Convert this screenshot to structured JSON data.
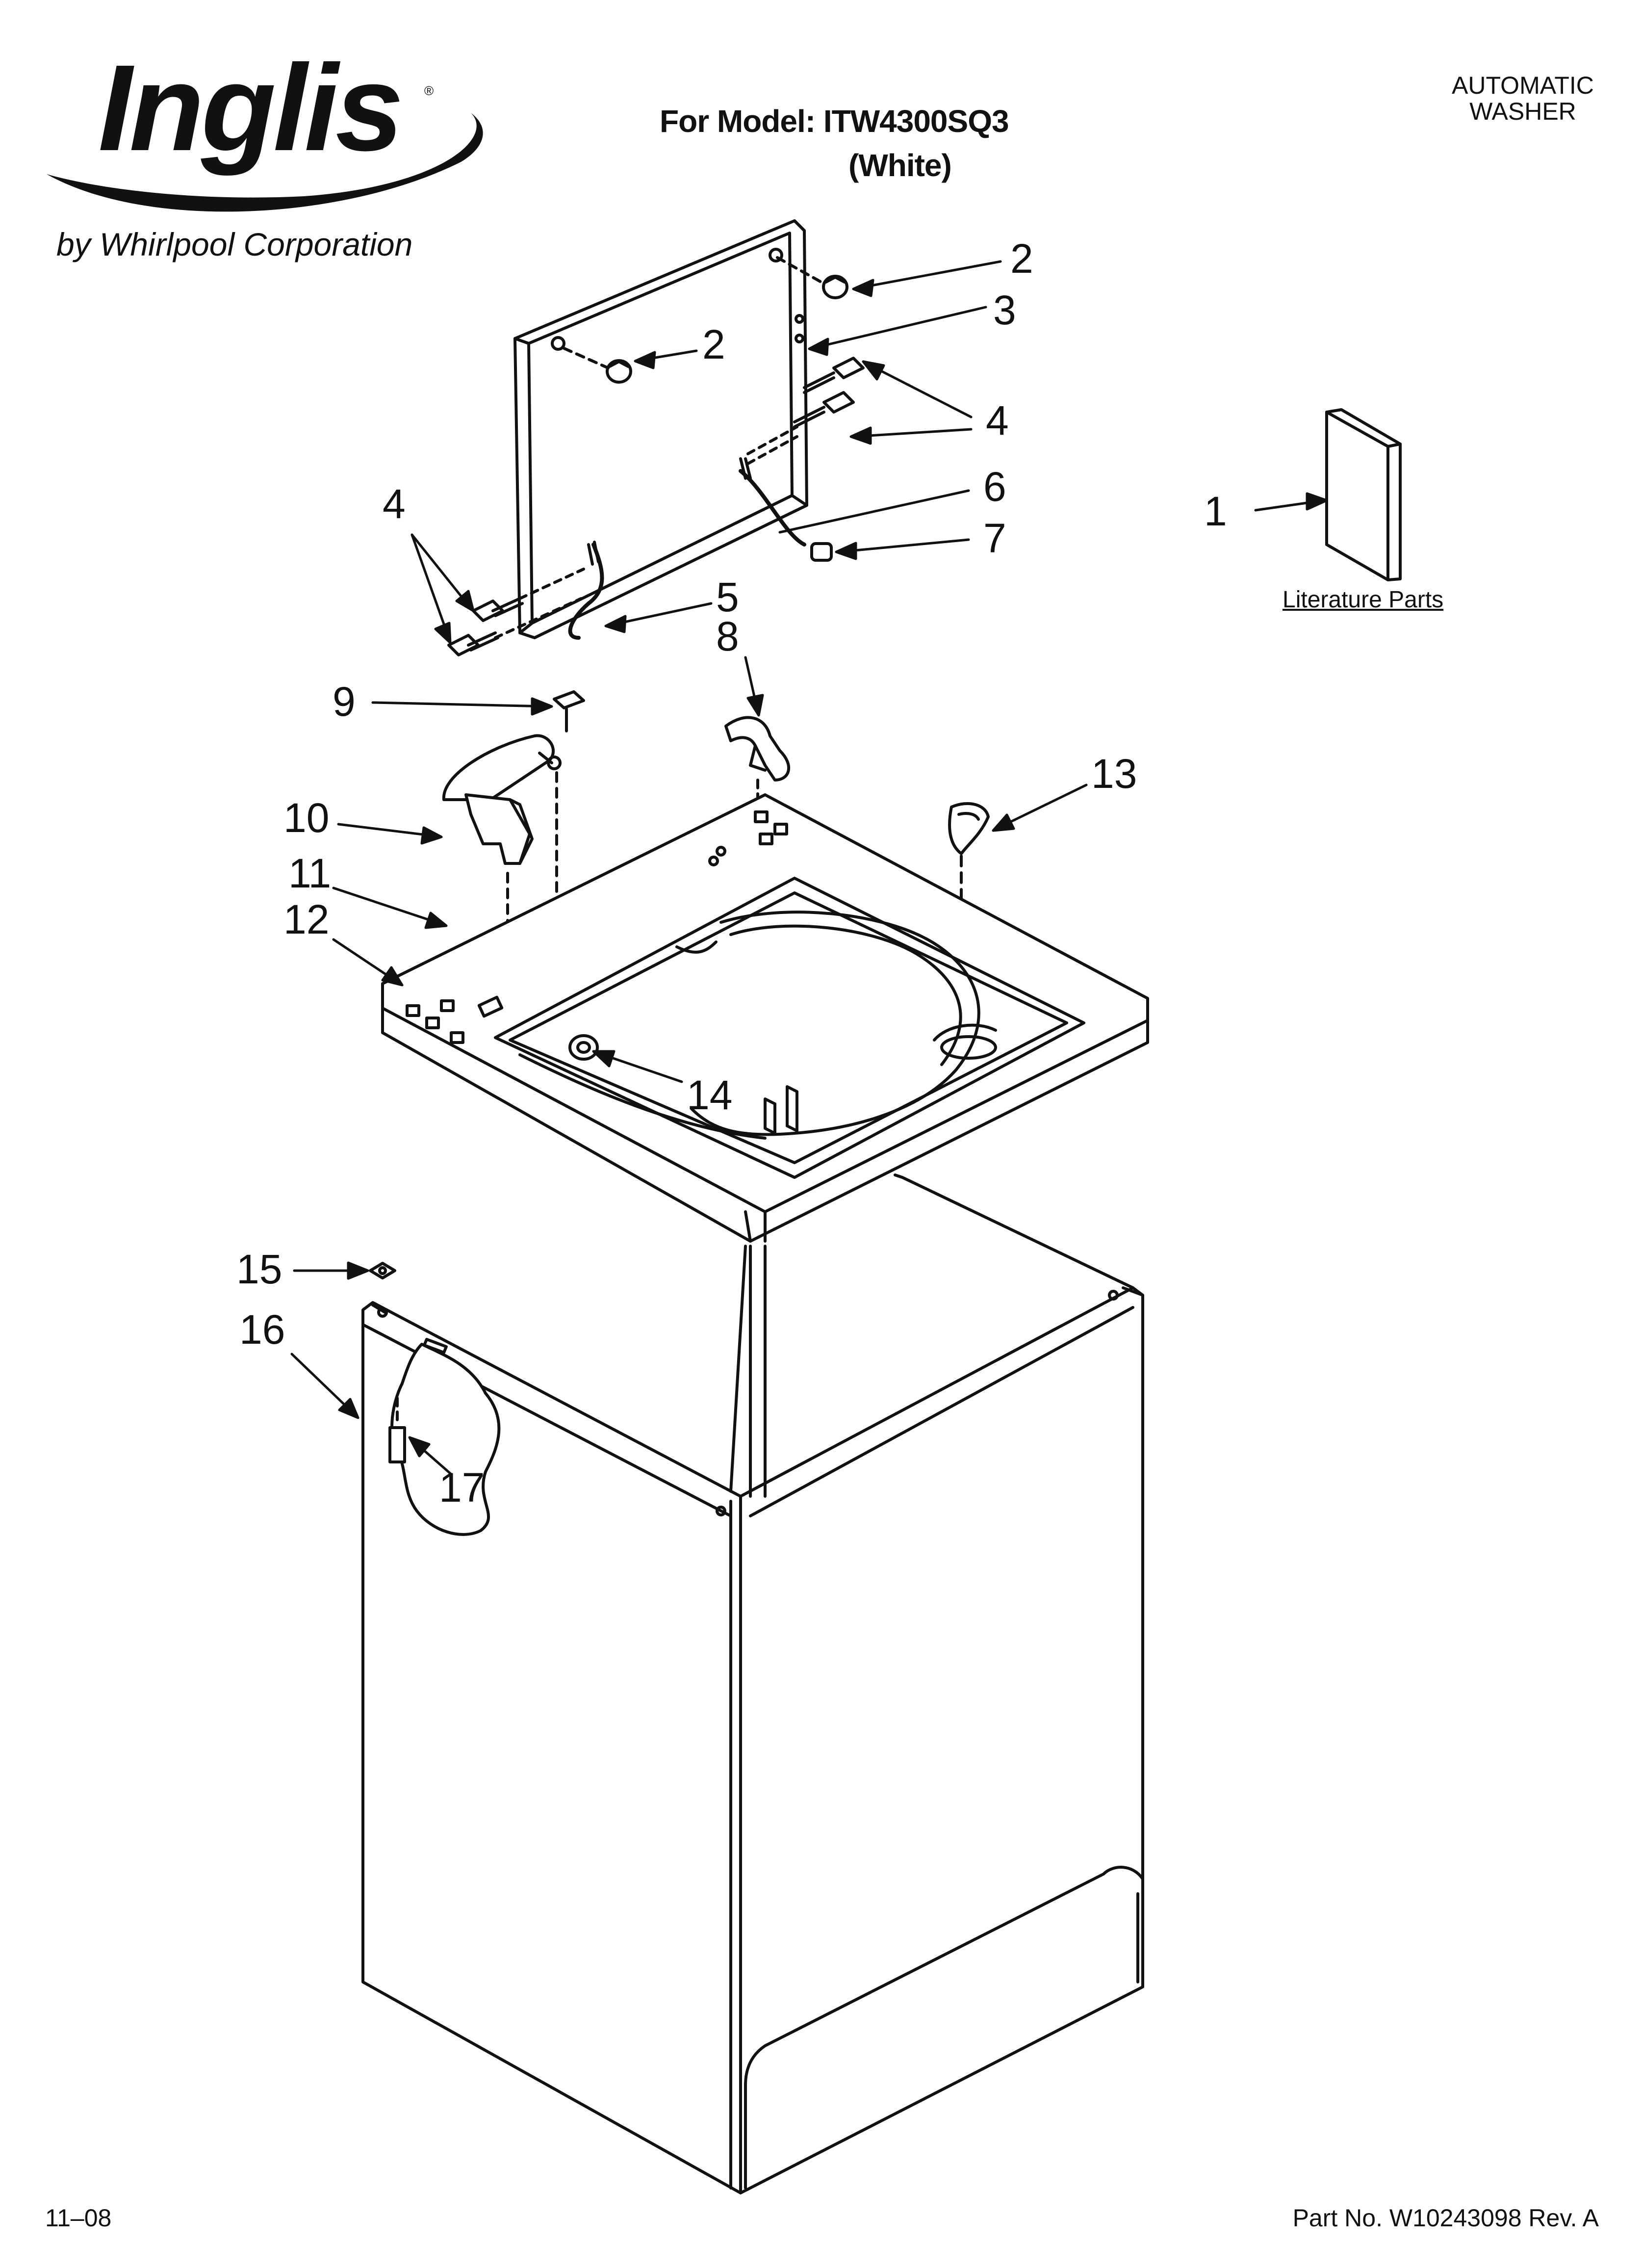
{
  "header": {
    "brand": "Inglis",
    "registered_mark": "®",
    "byline": "by Whirlpool Corporation",
    "model_line": "For Model: ITW4300SQ3",
    "color_line": "(White)",
    "category_line1": "AUTOMATIC",
    "category_line2": "WASHER"
  },
  "literature_label": "Literature Parts",
  "footer": {
    "date": "11–08",
    "part_number": "Part No. W10243098 Rev. A"
  },
  "callouts": {
    "c1": "1",
    "c2a": "2",
    "c2b": "2",
    "c3": "3",
    "c4a": "4",
    "c4b": "4",
    "c5": "5",
    "c6": "6",
    "c7": "7",
    "c8": "8",
    "c9": "9",
    "c10": "10",
    "c11": "11",
    "c12": "12",
    "c13": "13",
    "c14": "14",
    "c15": "15",
    "c16": "16",
    "c17": "17"
  }
}
